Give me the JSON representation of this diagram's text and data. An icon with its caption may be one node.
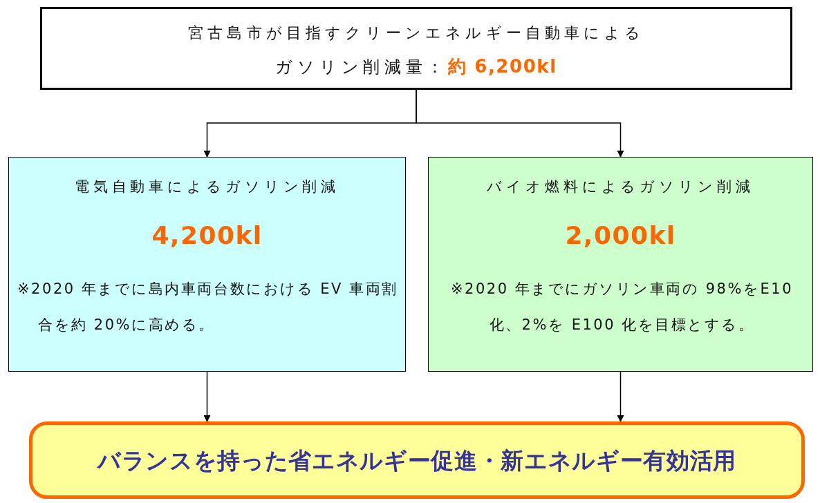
{
  "diagram": {
    "nodes": [
      {
        "text": [
          "宮古島市が目指すクリーンエネルギー自動車による",
          "ガソリン削減量：",
          "約 6,200kl"
        ]
      },
      {
        "text": [
          "電気自動車によるガソリン削減",
          "4,200kl",
          "※2020 年までに島内車両台数における EV 車両割合を約 20%に高める。"
        ]
      },
      {
        "text": [
          "バイオ燃料によるガソリン削減",
          "2,000kl",
          "※2020 年までにガソリン車両の 98%をE10 化、2%を E100 化を目標とする。"
        ]
      },
      {
        "text": [
          "バランスを持った省エネルギー促進・新エネルギー有効活用"
        ]
      }
    ],
    "edges": [
      {
        "from": 0,
        "to": 1,
        "arrow": "to"
      },
      {
        "from": 0,
        "to": 2,
        "arrow": "to"
      },
      {
        "from": 1,
        "to": 3,
        "arrow": "to"
      },
      {
        "from": 2,
        "to": 3,
        "arrow": "to"
      }
    ]
  }
}
